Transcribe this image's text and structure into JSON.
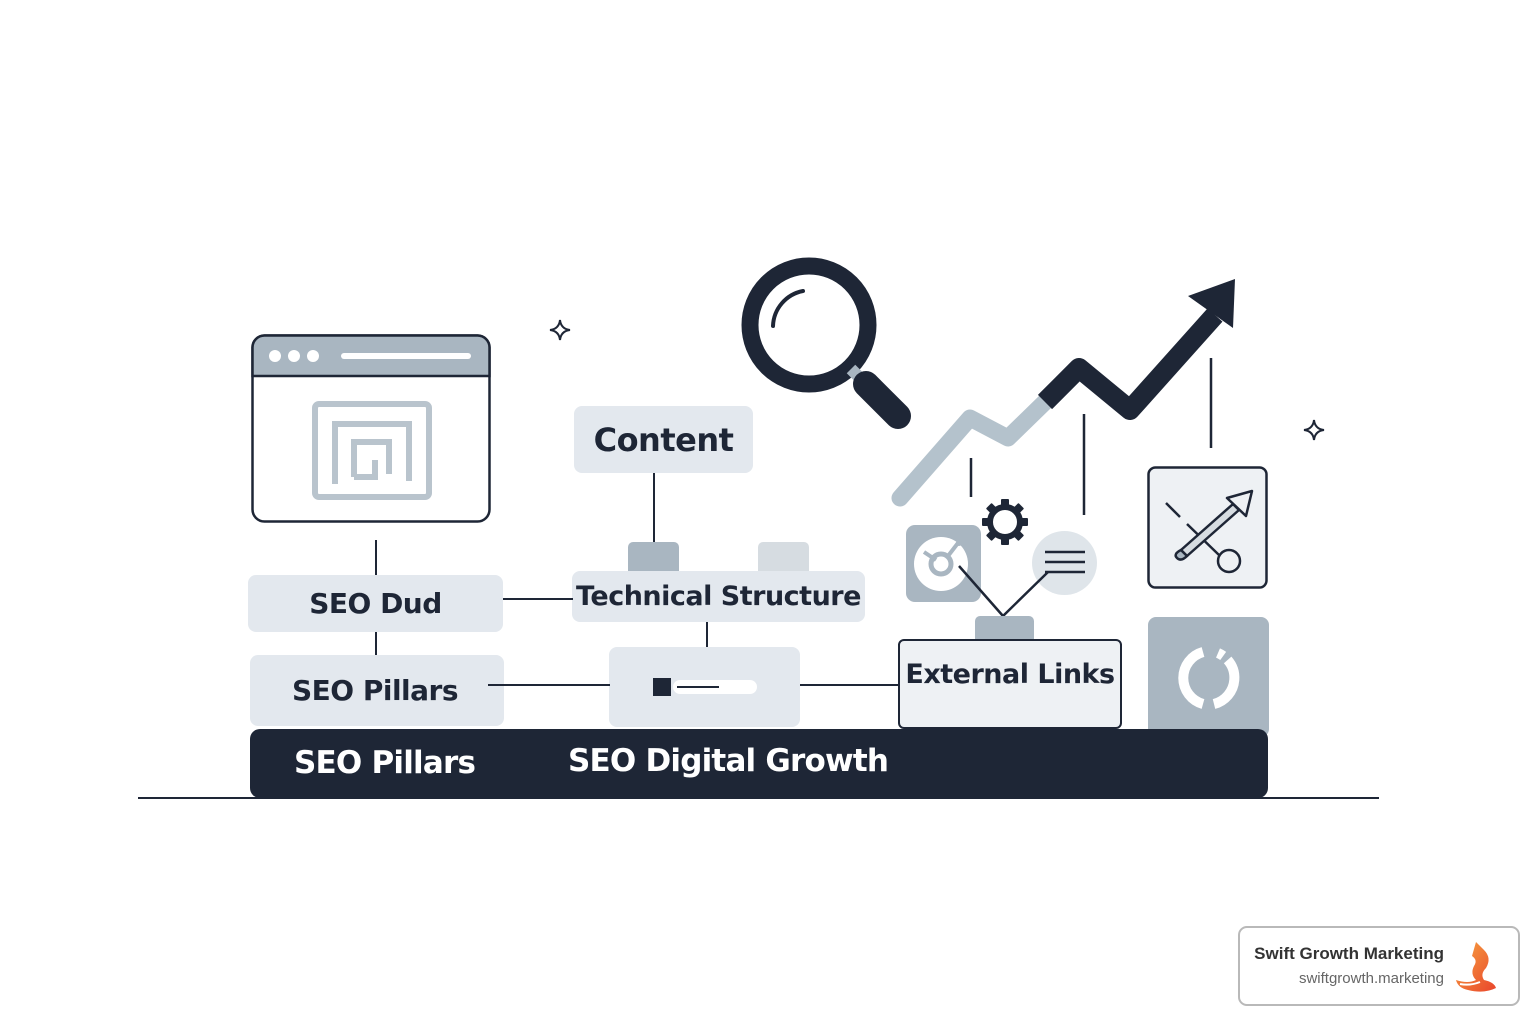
{
  "diagram": {
    "title": "SEO Digital Growth",
    "nodes": {
      "content": "Content",
      "technical_structure": "Technical Structure",
      "seo_dud": "SEO Dud",
      "seo_pillars": "SEO Pillars",
      "external_links": "External Links"
    },
    "base_bar": {
      "left_label": "SEO Pillars",
      "right_label": "SEO Digital Growth"
    },
    "icons": [
      "browser-window-icon",
      "magnifying-glass-icon",
      "growth-arrow-icon",
      "gear-icon",
      "target-icon",
      "menu-lines-icon",
      "pencil-arrow-icon",
      "refresh-circle-icon",
      "sparkle-icon",
      "slider-toggle-icon"
    ],
    "colors": {
      "dark": "#1e2636",
      "node_bg": "#e3e8ee",
      "accent_gray": "#a9b6c1",
      "light_trend": "#b4c2cc"
    }
  },
  "branding": {
    "name": "Swift Growth Marketing",
    "url": "swiftgrowth.marketing",
    "logo_icon": "fox-logo-icon"
  }
}
